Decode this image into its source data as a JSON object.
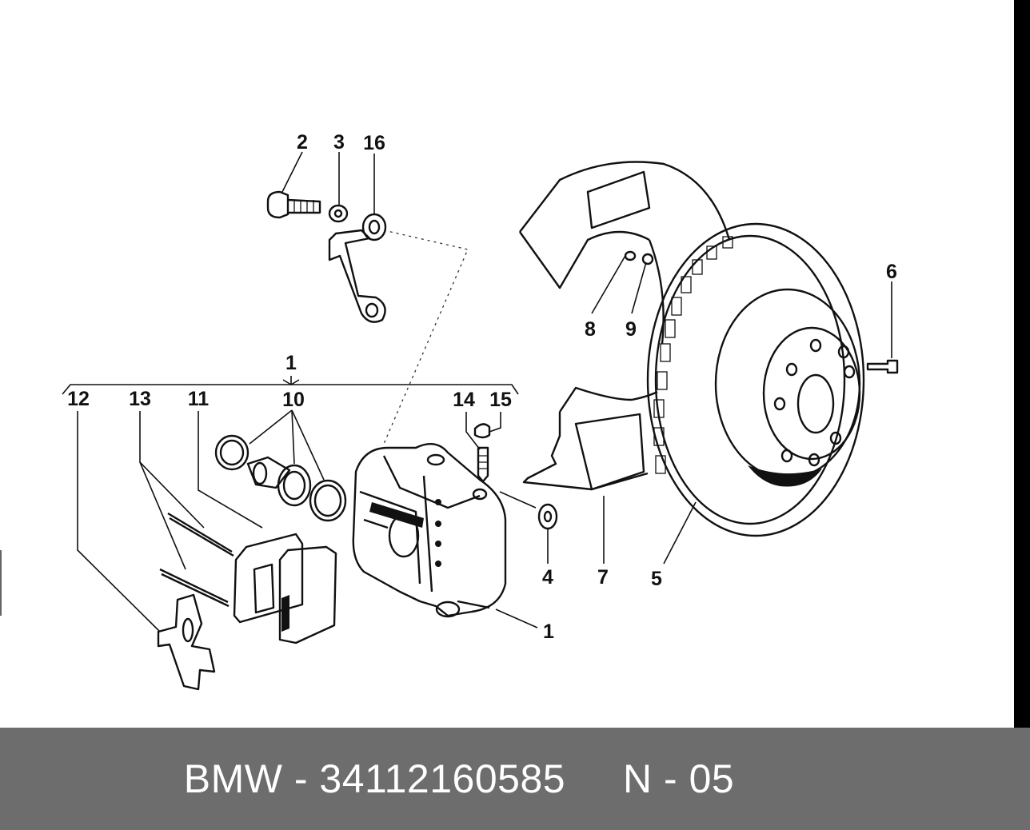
{
  "callouts": {
    "c1_top": "1",
    "c1_bottom": "1",
    "c2": "2",
    "c3": "3",
    "c4": "4",
    "c5": "5",
    "c6": "6",
    "c7": "7",
    "c8": "8",
    "c9": "9",
    "c10": "10",
    "c11": "11",
    "c12": "12",
    "c13": "13",
    "c14": "14",
    "c15": "15",
    "c16": "16"
  },
  "footer": {
    "text": "BMW - 34112160585     N - 05"
  },
  "colors": {
    "ink": "#111111",
    "footer_bg": "#6d6d6d",
    "footer_text": "#ffffff",
    "edge_bar": "#000000"
  }
}
